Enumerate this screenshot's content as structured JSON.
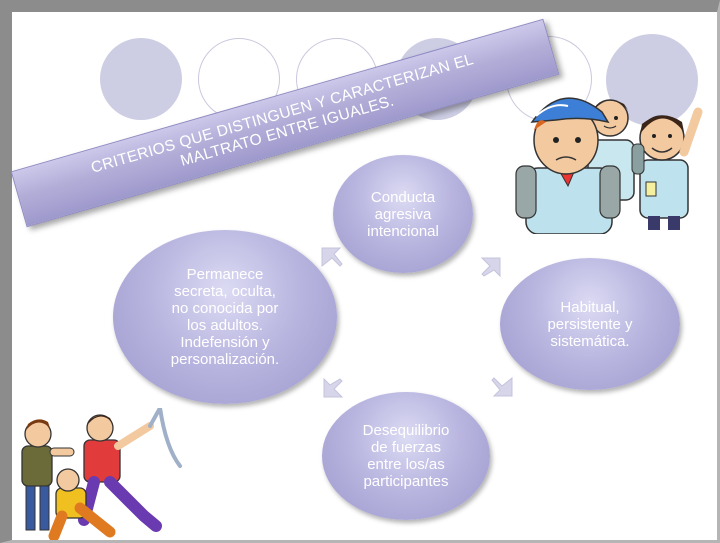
{
  "banner": {
    "line1": "CRITERIOS QUE DISTINGUEN Y CARACTERIZAN EL",
    "line2": "MALTRATO ENTRE IGUALES."
  },
  "cycle": {
    "nodes": [
      {
        "text": "Conducta\nagresiva\nintencional"
      },
      {
        "text": "Habitual,\npersistente y\nsistemática."
      },
      {
        "text": "Desequilibrio\nde fuerzas\nentre los/as\nparticipantes"
      },
      {
        "text": "Permanece\nsecreta, oculta,\nno conocida por\nlos adultos.\nIndefensión y\npersonalización."
      }
    ]
  },
  "colors": {
    "node_fill": "#b9b6e0",
    "arrow_fill": "#d6d5ea",
    "deco_fill": "#cdcde4",
    "frame": "#8c8c8c"
  },
  "icons": {
    "arrow": "chevron-arrow-icon",
    "top_illustration": "students-group-illustration",
    "bottom_illustration": "kids-fighting-illustration"
  }
}
